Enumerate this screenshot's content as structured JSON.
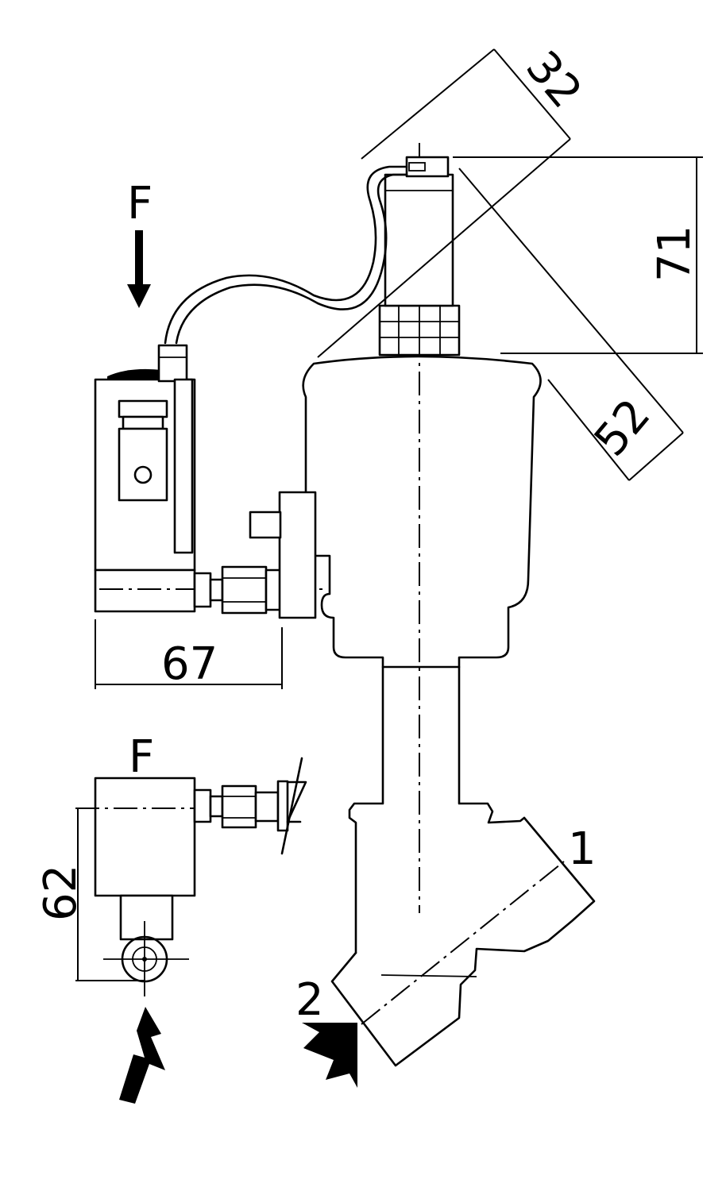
{
  "dimensions": {
    "top_edge": "32",
    "actuator_height": "71",
    "diagonal": "52",
    "pilot_width": "67",
    "side_height": "62"
  },
  "labels": {
    "flow_arrow_top": "F",
    "flow_arrow_side": "F",
    "port_1": "1",
    "port_2": "2"
  },
  "icons": [
    "electric-bolt-icon",
    "flow-arrow-icon"
  ]
}
